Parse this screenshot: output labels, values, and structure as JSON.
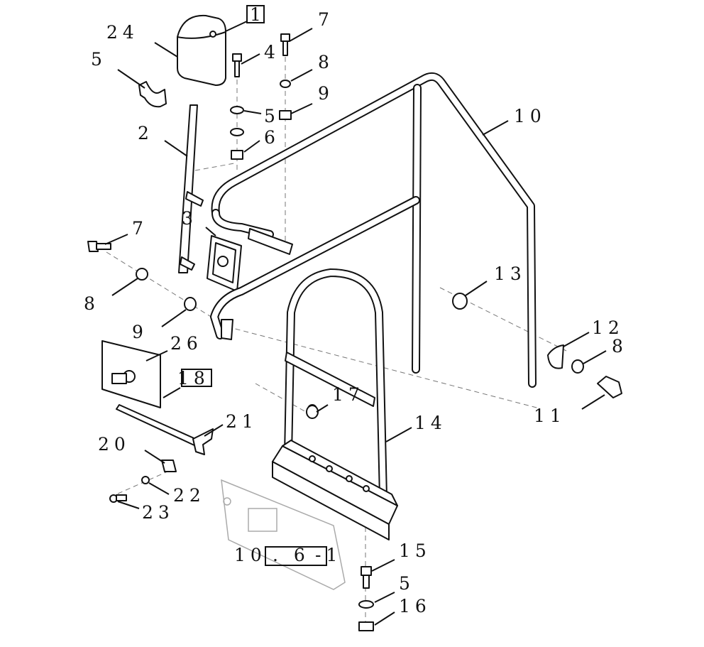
{
  "labels": {
    "l1": "1",
    "l24": "24",
    "l5a": "5",
    "l7a": "7",
    "l4": "4",
    "l8a": "8",
    "l9a": "9",
    "l5b": "5",
    "l6": "6",
    "l10": "10",
    "l2": "2",
    "l3": "3",
    "l7b": "7",
    "l8b": "8",
    "l9b": "9",
    "l13": "13",
    "l12": "12",
    "l8c": "8",
    "l26": "26",
    "l18": "18",
    "l17": "17",
    "l11": "11",
    "l14": "14",
    "l21": "21",
    "l20": "20",
    "l22": "22",
    "l23": "23",
    "l15": "15",
    "l5c": "5",
    "l16": "16",
    "ref_prefix": "10",
    "ref_box": ". 6",
    "ref_suffix": "-1"
  }
}
